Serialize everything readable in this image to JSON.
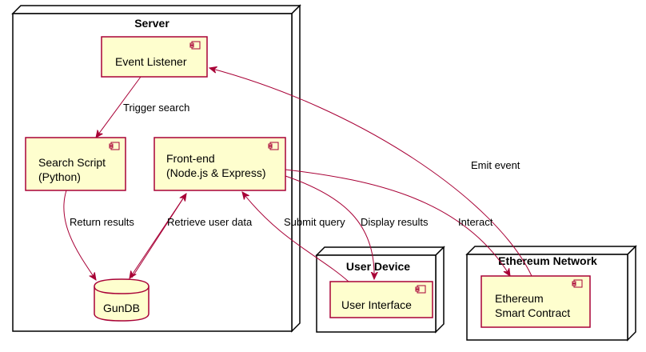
{
  "nodes": {
    "server": "Server",
    "user_device": "User Device",
    "ethereum_network": "Ethereum Network"
  },
  "components": {
    "event_listener": [
      "Event Listener"
    ],
    "search_script": [
      "Search Script",
      "(Python)"
    ],
    "frontend": [
      "Front-end",
      "(Node.js & Express)"
    ],
    "gundb": [
      "GunDB"
    ],
    "user_interface": [
      "User Interface"
    ],
    "smart_contract": [
      "Ethereum",
      "Smart Contract"
    ]
  },
  "edges": {
    "trigger_search": "Trigger search",
    "return_results": "Return results",
    "retrieve_user_data": "Retrieve user data",
    "submit_query": "Submit query",
    "display_results": "Display results",
    "interact": "Interact",
    "emit_event": "Emit event"
  },
  "colors": {
    "component_fill": "#FEFECE",
    "component_border": "#A80036",
    "edge": "#A80036"
  }
}
